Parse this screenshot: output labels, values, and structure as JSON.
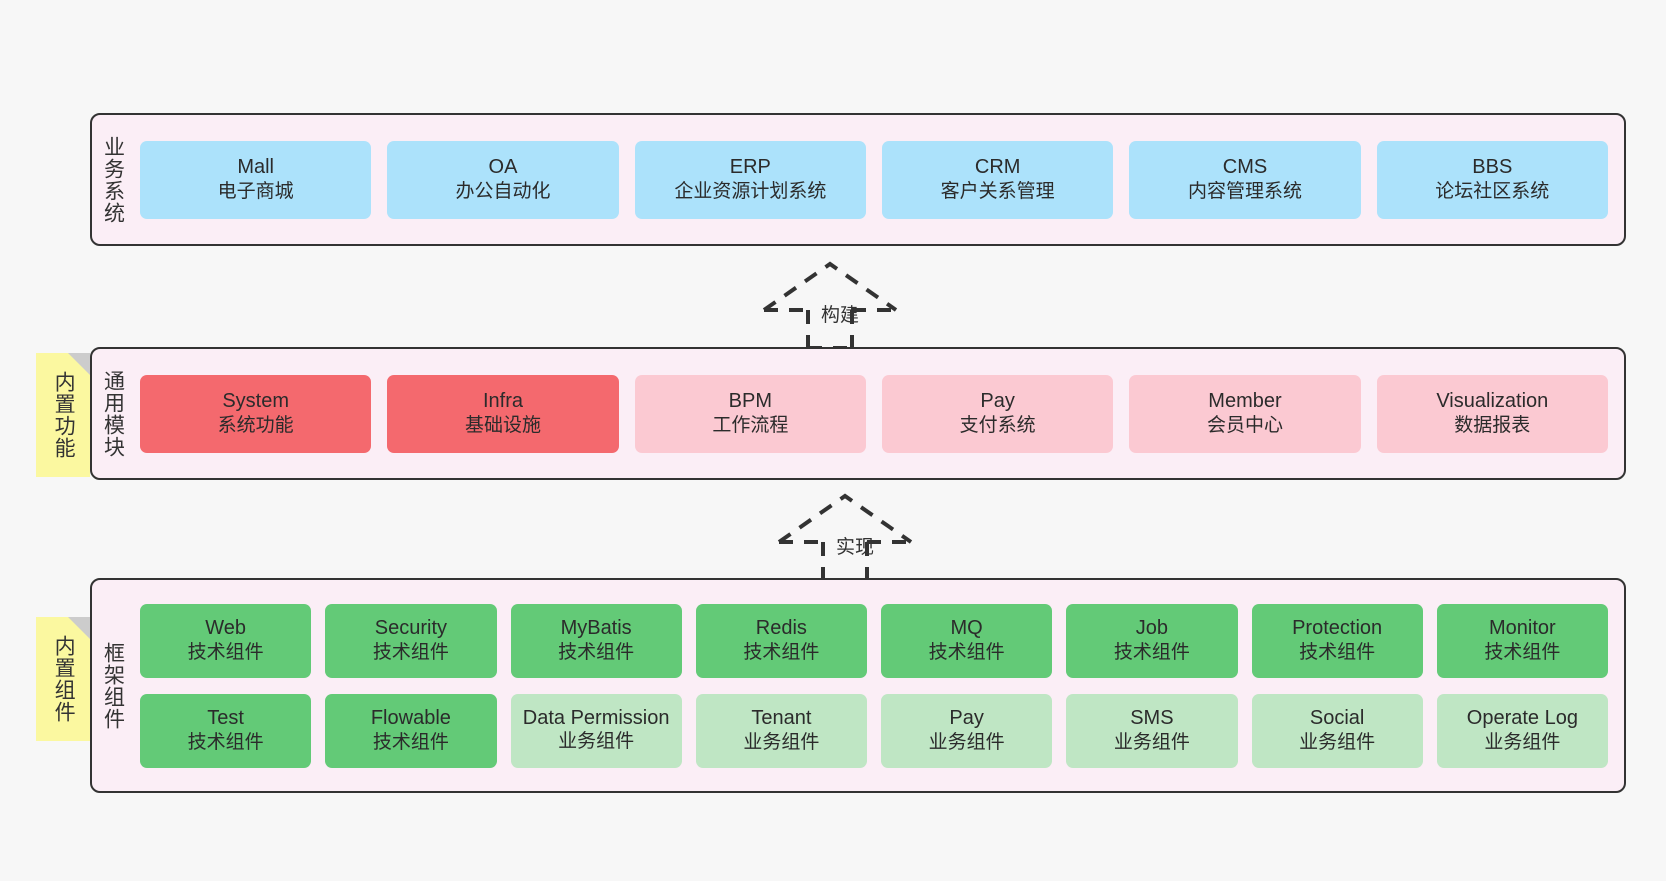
{
  "diagram": {
    "background_color": "#f7f7f7",
    "layer_fill": "#fbeef6",
    "note_fill": "#fbf8a0"
  },
  "layers": [
    {
      "id": "business",
      "title": "业务系统",
      "cards": [
        {
          "name": "Mall",
          "sub": "电子商城",
          "style": "blue"
        },
        {
          "name": "OA",
          "sub": "办公自动化",
          "style": "blue"
        },
        {
          "name": "ERP",
          "sub": "企业资源计划系统",
          "style": "blue"
        },
        {
          "name": "CRM",
          "sub": "客户关系管理",
          "style": "blue"
        },
        {
          "name": "CMS",
          "sub": "内容管理系统",
          "style": "blue"
        },
        {
          "name": "BBS",
          "sub": "论坛社区系统",
          "style": "blue"
        }
      ]
    },
    {
      "id": "common",
      "title": "通用模块",
      "note": "内置功能",
      "cards": [
        {
          "name": "System",
          "sub": "系统功能",
          "style": "red-strong"
        },
        {
          "name": "Infra",
          "sub": "基础设施",
          "style": "red-strong"
        },
        {
          "name": "BPM",
          "sub": "工作流程",
          "style": "red-light"
        },
        {
          "name": "Pay",
          "sub": "支付系统",
          "style": "red-light"
        },
        {
          "name": "Member",
          "sub": "会员中心",
          "style": "red-light"
        },
        {
          "name": "Visualization",
          "sub": "数据报表",
          "style": "red-light"
        }
      ]
    },
    {
      "id": "framework",
      "title": "框架组件",
      "note": "内置组件",
      "rows": [
        [
          {
            "name": "Web",
            "sub": "技术组件",
            "style": "green-strong"
          },
          {
            "name": "Security",
            "sub": "技术组件",
            "style": "green-strong"
          },
          {
            "name": "MyBatis",
            "sub": "技术组件",
            "style": "green-strong"
          },
          {
            "name": "Redis",
            "sub": "技术组件",
            "style": "green-strong"
          },
          {
            "name": "MQ",
            "sub": "技术组件",
            "style": "green-strong"
          },
          {
            "name": "Job",
            "sub": "技术组件",
            "style": "green-strong"
          },
          {
            "name": "Protection",
            "sub": "技术组件",
            "style": "green-strong"
          },
          {
            "name": "Monitor",
            "sub": "技术组件",
            "style": "green-strong"
          }
        ],
        [
          {
            "name": "Test",
            "sub": "技术组件",
            "style": "green-strong"
          },
          {
            "name": "Flowable",
            "sub": "技术组件",
            "style": "green-strong"
          },
          {
            "name": "Data Permission",
            "sub": "业务组件",
            "style": "green-light"
          },
          {
            "name": "Tenant",
            "sub": "业务组件",
            "style": "green-light"
          },
          {
            "name": "Pay",
            "sub": "业务组件",
            "style": "green-light"
          },
          {
            "name": "SMS",
            "sub": "业务组件",
            "style": "green-light"
          },
          {
            "name": "Social",
            "sub": "业务组件",
            "style": "green-light"
          },
          {
            "name": "Operate Log",
            "sub": "业务组件",
            "style": "green-light"
          }
        ]
      ]
    }
  ],
  "arrows": [
    {
      "id": "build",
      "label": "构建"
    },
    {
      "id": "implement",
      "label": "实现"
    }
  ]
}
